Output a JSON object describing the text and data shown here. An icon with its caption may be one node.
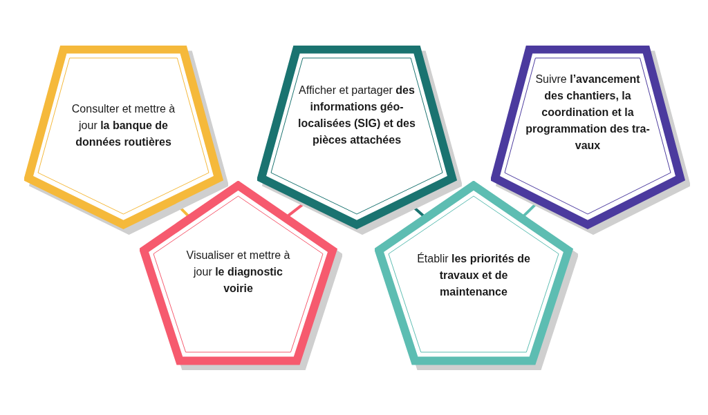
{
  "diagram": {
    "nodes": [
      {
        "text": [
          "Consulter et mettre à jour **la banque de données routières**"
        ]
      },
      {
        "text": [
          "Visualiser et mettre à jour **le diagnostic voirie**"
        ]
      },
      {
        "text": [
          "Afficher et partager **des informations géo- localisées (SIG) et des pièces attachées**"
        ]
      },
      {
        "text": [
          "Établir **les priorités de travaux et de maintenance**"
        ]
      },
      {
        "text": [
          "Suivre **l’avancement des chantiers, la coordination et la programmation des tra- vaux**"
        ]
      }
    ],
    "edges": [
      {
        "from": 0,
        "to": 1,
        "arrow": "none",
        "color": "#f5b93b"
      },
      {
        "from": 1,
        "to": 2,
        "arrow": "none",
        "color": "#f65a6e"
      },
      {
        "from": 2,
        "to": 3,
        "arrow": "none",
        "color": "#1a7370"
      },
      {
        "from": 3,
        "to": 4,
        "arrow": "none",
        "color": "#5dbdb2"
      }
    ]
  }
}
